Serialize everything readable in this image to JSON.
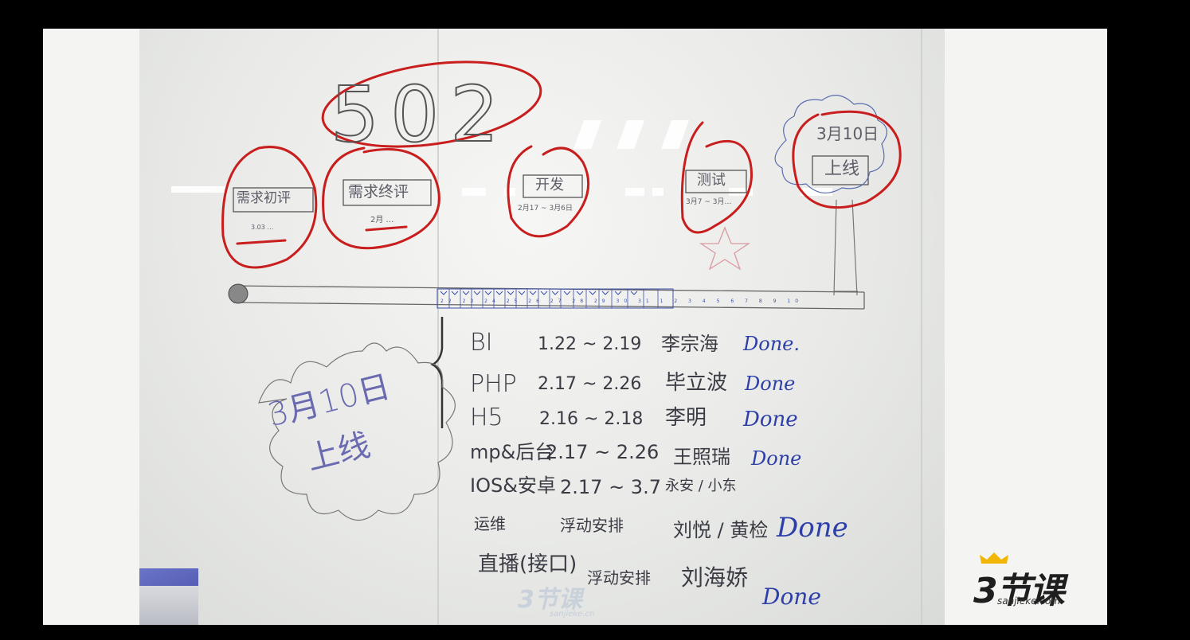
{
  "whiteboard": {
    "room_number": "502",
    "stages": [
      {
        "label": "需求初评",
        "date": "3.03 …"
      },
      {
        "label": "需求终评",
        "date": "2月 …"
      },
      {
        "label": "开发",
        "date": "2月17 ~ 3月6日"
      },
      {
        "label": "测试",
        "date": "3月7 ~ 3月…"
      },
      {
        "label": "上线",
        "date": "3月10日"
      }
    ],
    "timeline_ticks": [
      "22",
      "23",
      "24",
      "25",
      "26",
      "27",
      "28",
      "29",
      "30",
      "31",
      "1",
      "2",
      "3",
      "4",
      "5",
      "6",
      "7",
      "8",
      "9",
      "10"
    ],
    "tasks": [
      {
        "module": "BI",
        "dates": "1.22 ~ 2.19",
        "owner": "李宗海",
        "status": "Done."
      },
      {
        "module": "PHP",
        "dates": "2.17 ~ 2.26",
        "owner": "毕立波",
        "status": "Done"
      },
      {
        "module": "H5",
        "dates": "2.16 ~ 2.18",
        "owner": "李明",
        "status": "Done"
      },
      {
        "module": "mp&后台",
        "dates": "2.17 ~ 2.26",
        "owner": "王照瑞",
        "status": "Done"
      },
      {
        "module": "IOS&安卓",
        "dates": "2.17 ~ 3.7",
        "owner": "永安 / 小东",
        "status": ""
      },
      {
        "module": "运维",
        "dates": "浮动安排",
        "owner": "刘悦 / 黄检",
        "status": "Done"
      },
      {
        "module": "直播(接口)",
        "dates": "浮动安排",
        "owner": "刘海娇",
        "status": "Done"
      }
    ],
    "burst_text_line1": "3月10日",
    "burst_text_line2": "上线"
  },
  "logo": {
    "brand": "3节课",
    "site": "sanjieke.com"
  },
  "watermark": {
    "brand": "3节课",
    "site": "sanjieke.cn"
  },
  "colors": {
    "red_marker": "#c81e1e",
    "blue_marker": "#2d3fa8",
    "pencil": "#5c5c66"
  }
}
